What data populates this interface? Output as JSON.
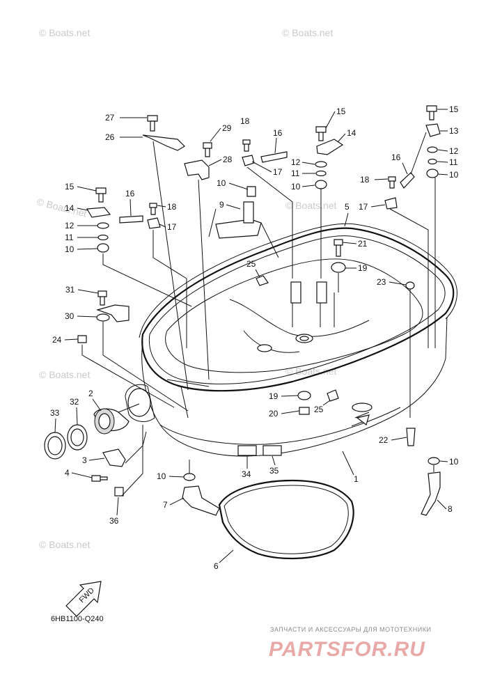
{
  "watermarks": [
    "© Boats.net",
    "© Boats.net",
    "© Boats.net",
    "© Boats.net",
    "© Boats.net",
    "© Boats.net",
    "© Boats.net"
  ],
  "diagram_code": "6HB1100-Q240",
  "fwd_label": "FWD",
  "vendor_tagline": "ЗАПЧАСТИ И АКСЕССУАРЫ ДЛЯ МОТОТЕХНИКИ",
  "vendor_logo": "PARTSFOR.RU",
  "callouts": [
    "1",
    "2",
    "3",
    "4",
    "5",
    "6",
    "7",
    "8",
    "9",
    "10",
    "11",
    "12",
    "13",
    "14",
    "15",
    "16",
    "17",
    "18",
    "19",
    "20",
    "21",
    "22",
    "23",
    "24",
    "25",
    "26",
    "27",
    "28",
    "29",
    "30",
    "31",
    "32",
    "33",
    "34",
    "35",
    "36"
  ],
  "callout_labels": [
    "27",
    "26",
    "29",
    "28",
    "18",
    "16",
    "17",
    "15",
    "14",
    "12",
    "11",
    "10",
    "15",
    "13",
    "16",
    "12",
    "11",
    "10",
    "18",
    "17",
    "10",
    "9",
    "5",
    "15",
    "16",
    "18",
    "14",
    "17",
    "12",
    "11",
    "10",
    "21",
    "19",
    "25",
    "23",
    "31",
    "30",
    "24",
    "2",
    "32",
    "33",
    "3",
    "4",
    "19",
    "20",
    "25",
    "22",
    "10",
    "34",
    "35",
    "1",
    "10",
    "7",
    "8",
    "36",
    "6"
  ]
}
